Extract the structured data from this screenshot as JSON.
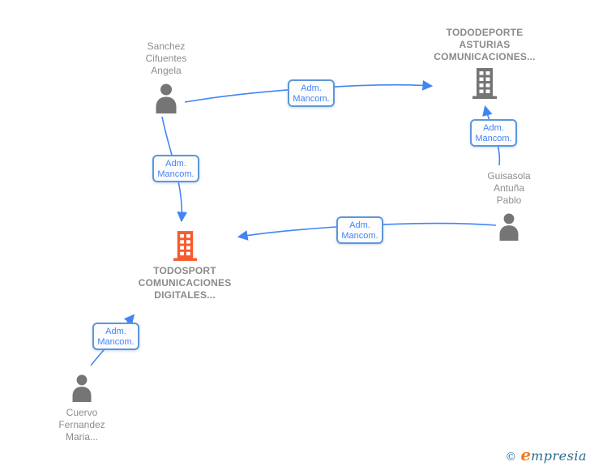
{
  "graph": {
    "nodes": {
      "sanchez": {
        "type": "person",
        "lines": [
          "Sanchez",
          "Cifuentes",
          "Angela"
        ]
      },
      "tododeporte": {
        "type": "company",
        "lines": [
          "TODODEPORTE",
          "ASTURIAS",
          "COMUNICACIONES..."
        ]
      },
      "guisasola": {
        "type": "person",
        "lines": [
          "Guisasola",
          "Antuña",
          "Pablo"
        ]
      },
      "todosport": {
        "type": "company",
        "lines": [
          "TODOSPORT",
          "COMUNICACIONES",
          "DIGITALES..."
        ]
      },
      "cuervo": {
        "type": "person",
        "lines": [
          "Cuervo",
          "Fernandez",
          "Maria..."
        ]
      }
    },
    "edge_label": {
      "lines": [
        "Adm.",
        "Mancom."
      ]
    },
    "edges": [
      {
        "from": "sanchez",
        "to": "tododeporte",
        "label": "Adm. Mancom."
      },
      {
        "from": "sanchez",
        "to": "todosport",
        "label": "Adm. Mancom."
      },
      {
        "from": "guisasola",
        "to": "tododeporte",
        "label": "Adm. Mancom."
      },
      {
        "from": "guisasola",
        "to": "todosport",
        "label": "Adm. Mancom."
      },
      {
        "from": "cuervo",
        "to": "todosport",
        "label": "Adm. Mancom."
      }
    ],
    "colors": {
      "edge": "#4285f4",
      "person_icon": "#757575",
      "company_icon_gray": "#757575",
      "company_icon_orange": "#f75b2d",
      "label_text": "#8e8e8e",
      "box_border": "#5e97d8",
      "box_text": "#4285f4"
    }
  },
  "watermark": {
    "copyright": "©",
    "brand_initial": "e",
    "brand_rest": "mpresia"
  }
}
